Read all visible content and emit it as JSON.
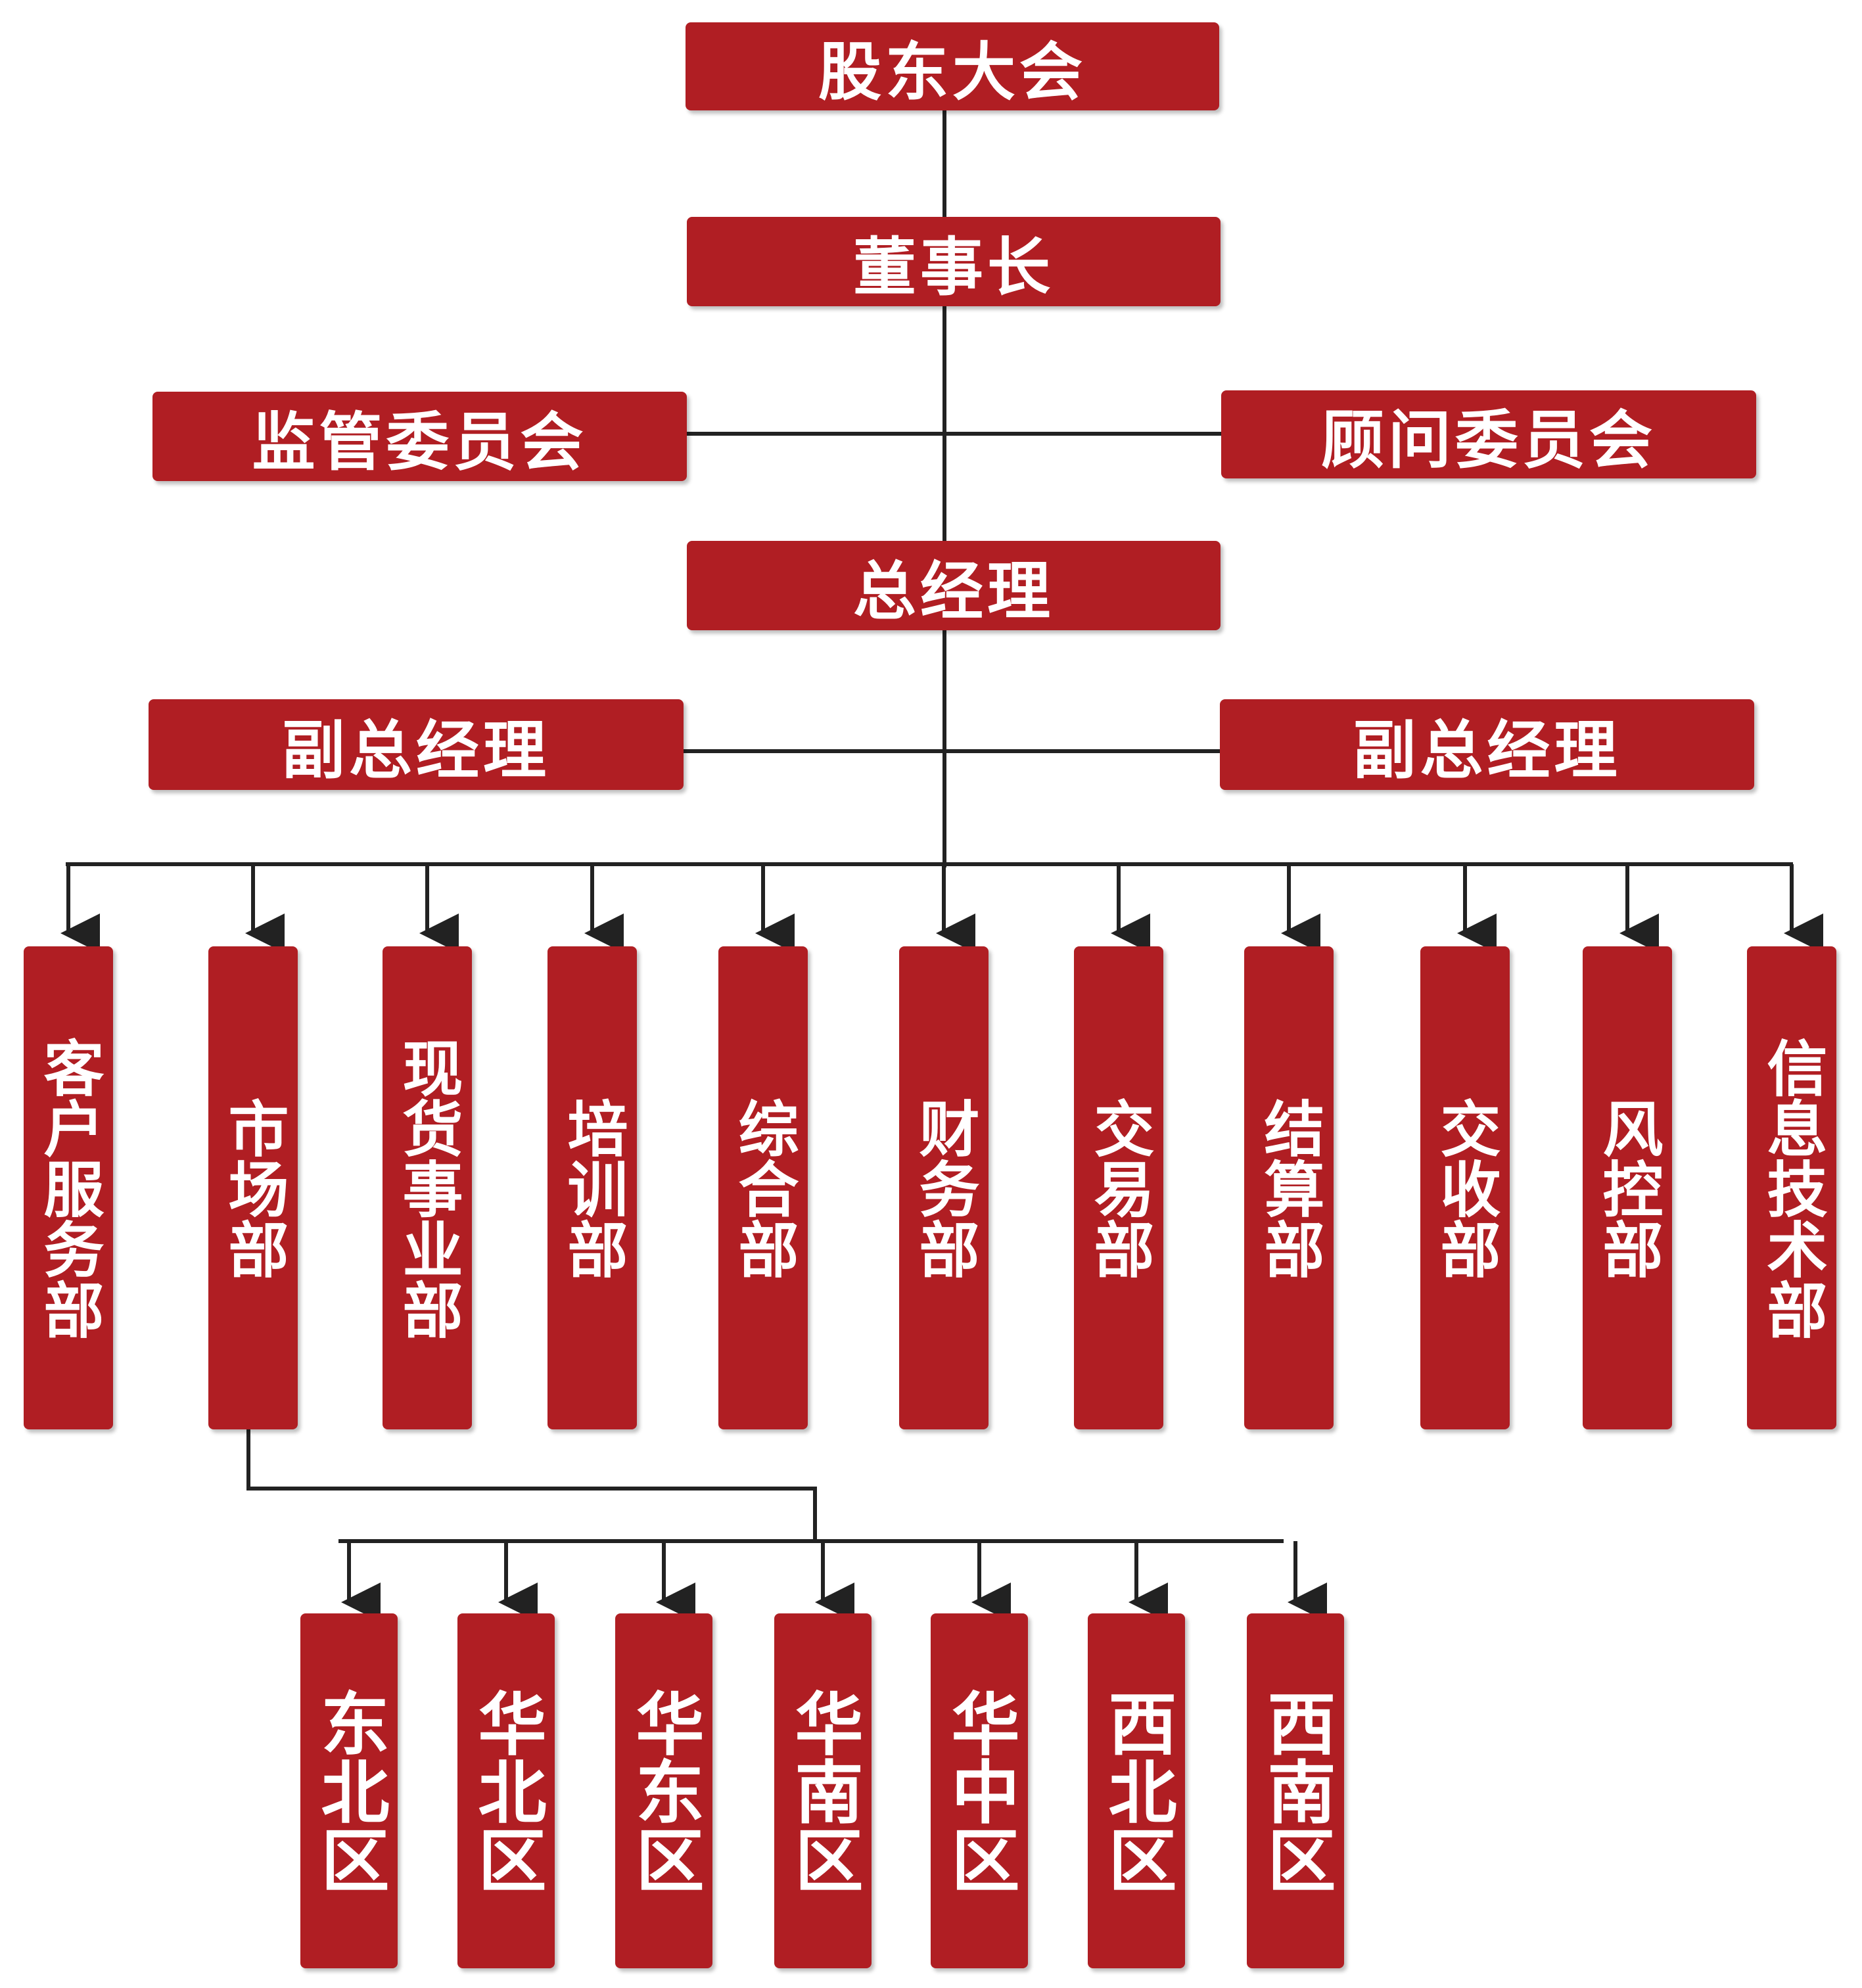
{
  "top": {
    "shareholders": "股东大会",
    "chairman": "董事长",
    "supervisory": "监管委员会",
    "advisory": "顾问委员会",
    "gm": "总经理",
    "deputy_left": "副总经理",
    "deputy_right": "副总经理"
  },
  "departments": [
    "客户服务部",
    "市场部",
    "现货事业部",
    "培训部",
    "综合部",
    "财务部",
    "交易部",
    "结算部",
    "交收部",
    "风控部",
    "信息技术部"
  ],
  "regions": [
    "东北区",
    "华北区",
    "华东区",
    "华南区",
    "华中区",
    "西北区",
    "西南区"
  ],
  "colors": {
    "box": "#b01e23",
    "text": "#ffffff",
    "line": "#222222"
  }
}
